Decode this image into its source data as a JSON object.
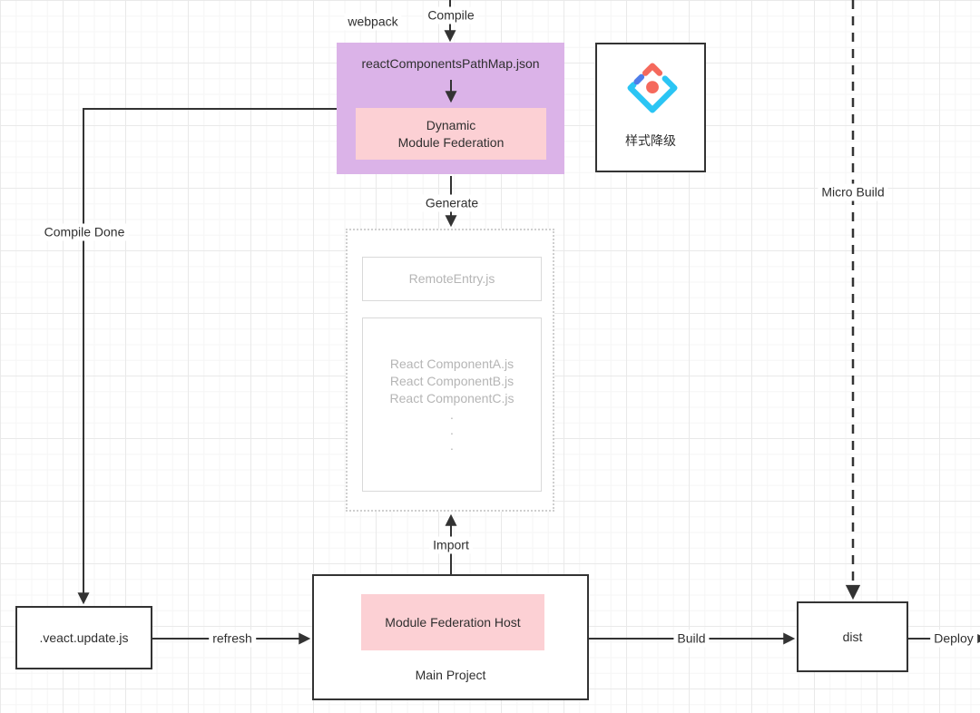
{
  "diagram": {
    "labels": {
      "webpack": "webpack",
      "compile": "Compile",
      "generate": "Generate",
      "import": "Import",
      "compile_done": "Compile Done",
      "micro_build": "Micro Build",
      "refresh": "refresh",
      "build": "Build",
      "deploy": "Deploy"
    },
    "nodes": {
      "pathmap": {
        "title": "reactComponentsPathMap.json",
        "inner_line1": "Dynamic",
        "inner_line2": "Module Federation"
      },
      "style_degrade": {
        "label": "样式降级",
        "icon": "style-degrade-diamond-icon"
      },
      "generated": {
        "remote_entry": "RemoteEntry.js",
        "components": [
          "React ComponentA.js",
          "React ComponentB.js",
          "React ComponentC.js"
        ],
        "ellipsis": [
          ".",
          ".",
          "."
        ]
      },
      "main_project": {
        "inner": "Module Federation Host",
        "label": "Main Project"
      },
      "veact": {
        "label": ".veact.update.js"
      },
      "dist": {
        "label": "dist"
      }
    },
    "colors": {
      "purple": "#dbb3e8",
      "pink": "#fcd0d4",
      "line": "#333333",
      "muted_text": "#b5b5b5",
      "muted_border": "#d9d9d9",
      "icon_cyan": "#2bc5f4",
      "icon_blue": "#4e7de9",
      "icon_red": "#f5695c"
    }
  }
}
